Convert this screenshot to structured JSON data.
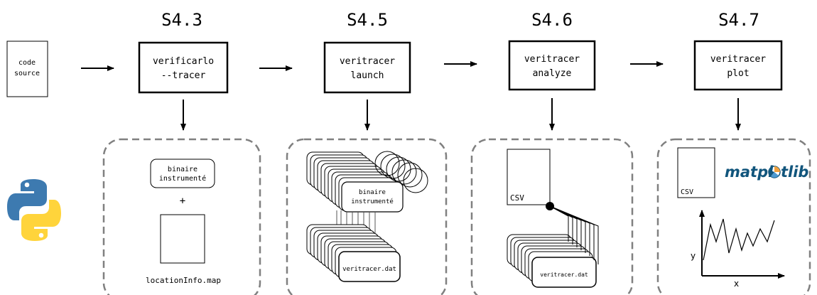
{
  "stages": [
    {
      "section": "S4.3",
      "command_line1": "verificarlo",
      "command_line2": "--tracer"
    },
    {
      "section": "S4.5",
      "command_line1": "veritracer",
      "command_line2": "launch"
    },
    {
      "section": "S4.6",
      "command_line1": "veritracer",
      "command_line2": "analyze"
    },
    {
      "section": "S4.7",
      "command_line1": "veritracer",
      "command_line2": "plot"
    }
  ],
  "source": {
    "line1": "code",
    "line2": "source"
  },
  "stage1_output": {
    "binary_line1": "binaire",
    "binary_line2": "instrumenté",
    "plus": "+",
    "map_file": "locationInfo.map"
  },
  "stage2_output": {
    "binary_line1": "binaire",
    "binary_line2": "instrumenté",
    "data_file": "veritracer.dat"
  },
  "stage3_output": {
    "csv_label": "CSV",
    "data_file": "veritracer.dat"
  },
  "stage4_output": {
    "csv_label": "CSV",
    "logo_text_a": "matpl",
    "logo_text_b": "tlib",
    "x_axis": "x",
    "y_axis": "y"
  },
  "colors": {
    "stroke": "#000000",
    "dashed_border": "#808080",
    "python_blue": "#3d7ab0",
    "python_yellow": "#ffd43b",
    "matplotlib_blue": "#11557c"
  },
  "icons": [
    "python-logo-icon",
    "matplotlib-logo-icon"
  ]
}
